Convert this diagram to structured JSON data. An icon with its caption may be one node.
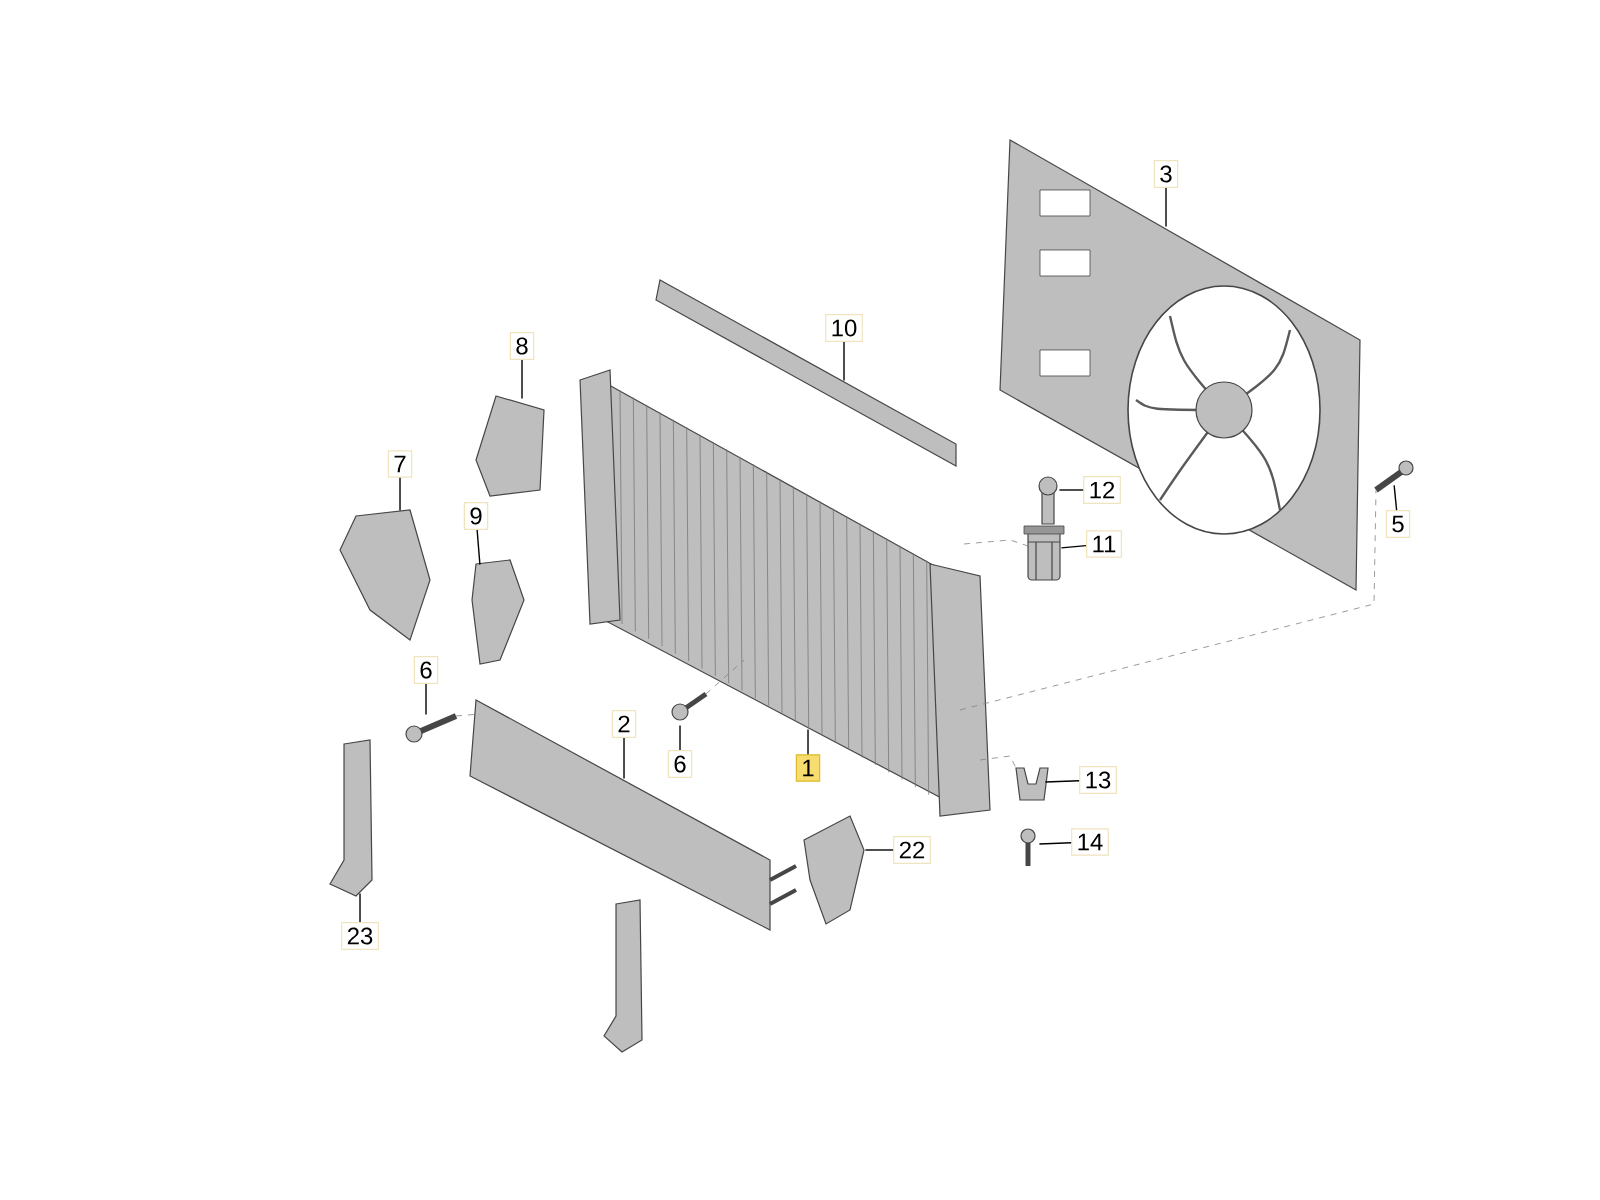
{
  "diagram": {
    "nodes": [
      {
        "text": [
          "3"
        ]
      },
      {
        "text": [
          "10"
        ]
      },
      {
        "text": [
          "8"
        ]
      },
      {
        "text": [
          "7"
        ]
      },
      {
        "text": [
          "12"
        ]
      },
      {
        "text": [
          "5"
        ]
      },
      {
        "text": [
          "9"
        ]
      },
      {
        "text": [
          "11"
        ]
      },
      {
        "text": [
          "6"
        ]
      },
      {
        "text": [
          "2"
        ]
      },
      {
        "text": [
          "6"
        ]
      },
      {
        "text": [
          "1"
        ]
      },
      {
        "text": [
          "13"
        ]
      },
      {
        "text": [
          "22"
        ]
      },
      {
        "text": [
          "14"
        ]
      },
      {
        "text": [
          "23"
        ]
      },
      {
        "text": [],
        "shape": "picture"
      },
      {
        "text": [],
        "shape": "picture"
      },
      {
        "text": [],
        "shape": "picture"
      },
      {
        "text": [],
        "shape": "picture"
      },
      {
        "text": [],
        "shape": "picture"
      },
      {
        "text": [],
        "shape": "picture"
      },
      {
        "text": [],
        "shape": "picture"
      },
      {
        "text": [],
        "shape": "picture"
      },
      {
        "text": [],
        "shape": "picture"
      },
      {
        "text": [],
        "shape": "picture"
      },
      {
        "text": [],
        "shape": "picture"
      },
      {
        "text": [],
        "shape": "picture"
      },
      {
        "text": [],
        "shape": "picture"
      },
      {
        "text": [],
        "shape": "picture"
      },
      {
        "text": [],
        "shape": "picture"
      },
      {
        "text": [],
        "shape": "picture"
      }
    ],
    "edges": [
      {
        "from": 0,
        "to": 16,
        "arrow": "none"
      },
      {
        "from": 1,
        "to": 17,
        "arrow": "none"
      },
      {
        "from": 2,
        "to": 18,
        "arrow": "none"
      },
      {
        "from": 3,
        "to": 19,
        "arrow": "none"
      },
      {
        "from": 4,
        "to": 20,
        "arrow": "none"
      },
      {
        "from": 5,
        "to": 21,
        "arrow": "none"
      },
      {
        "from": 6,
        "to": 22,
        "arrow": "none"
      },
      {
        "from": 7,
        "to": 23,
        "arrow": "none"
      },
      {
        "from": 8,
        "to": 24,
        "arrow": "none"
      },
      {
        "from": 9,
        "to": 25,
        "arrow": "none"
      },
      {
        "from": 10,
        "to": 26,
        "arrow": "none"
      },
      {
        "from": 11,
        "to": 27,
        "arrow": "none"
      },
      {
        "from": 12,
        "to": 28,
        "arrow": "none"
      },
      {
        "from": 13,
        "to": 29,
        "arrow": "none"
      },
      {
        "from": 14,
        "to": 30,
        "arrow": "none"
      },
      {
        "from": 15,
        "to": 31,
        "arrow": "none"
      },
      {
        "from": 27,
        "to": 21,
        "arrow": "none",
        "style": "dashed",
        "color": "#828282"
      },
      {
        "from": 27,
        "to": 23,
        "arrow": "none",
        "style": "dashed",
        "color": "#828282"
      },
      {
        "from": 27,
        "to": 28,
        "arrow": "none",
        "style": "dashed",
        "color": "#828282"
      },
      {
        "from": 24,
        "to": 25,
        "arrow": "none",
        "style": "dashed",
        "color": "#828282"
      },
      {
        "from": 26,
        "to": 27,
        "arrow": "none",
        "style": "dashed",
        "color": "#828282"
      }
    ]
  }
}
